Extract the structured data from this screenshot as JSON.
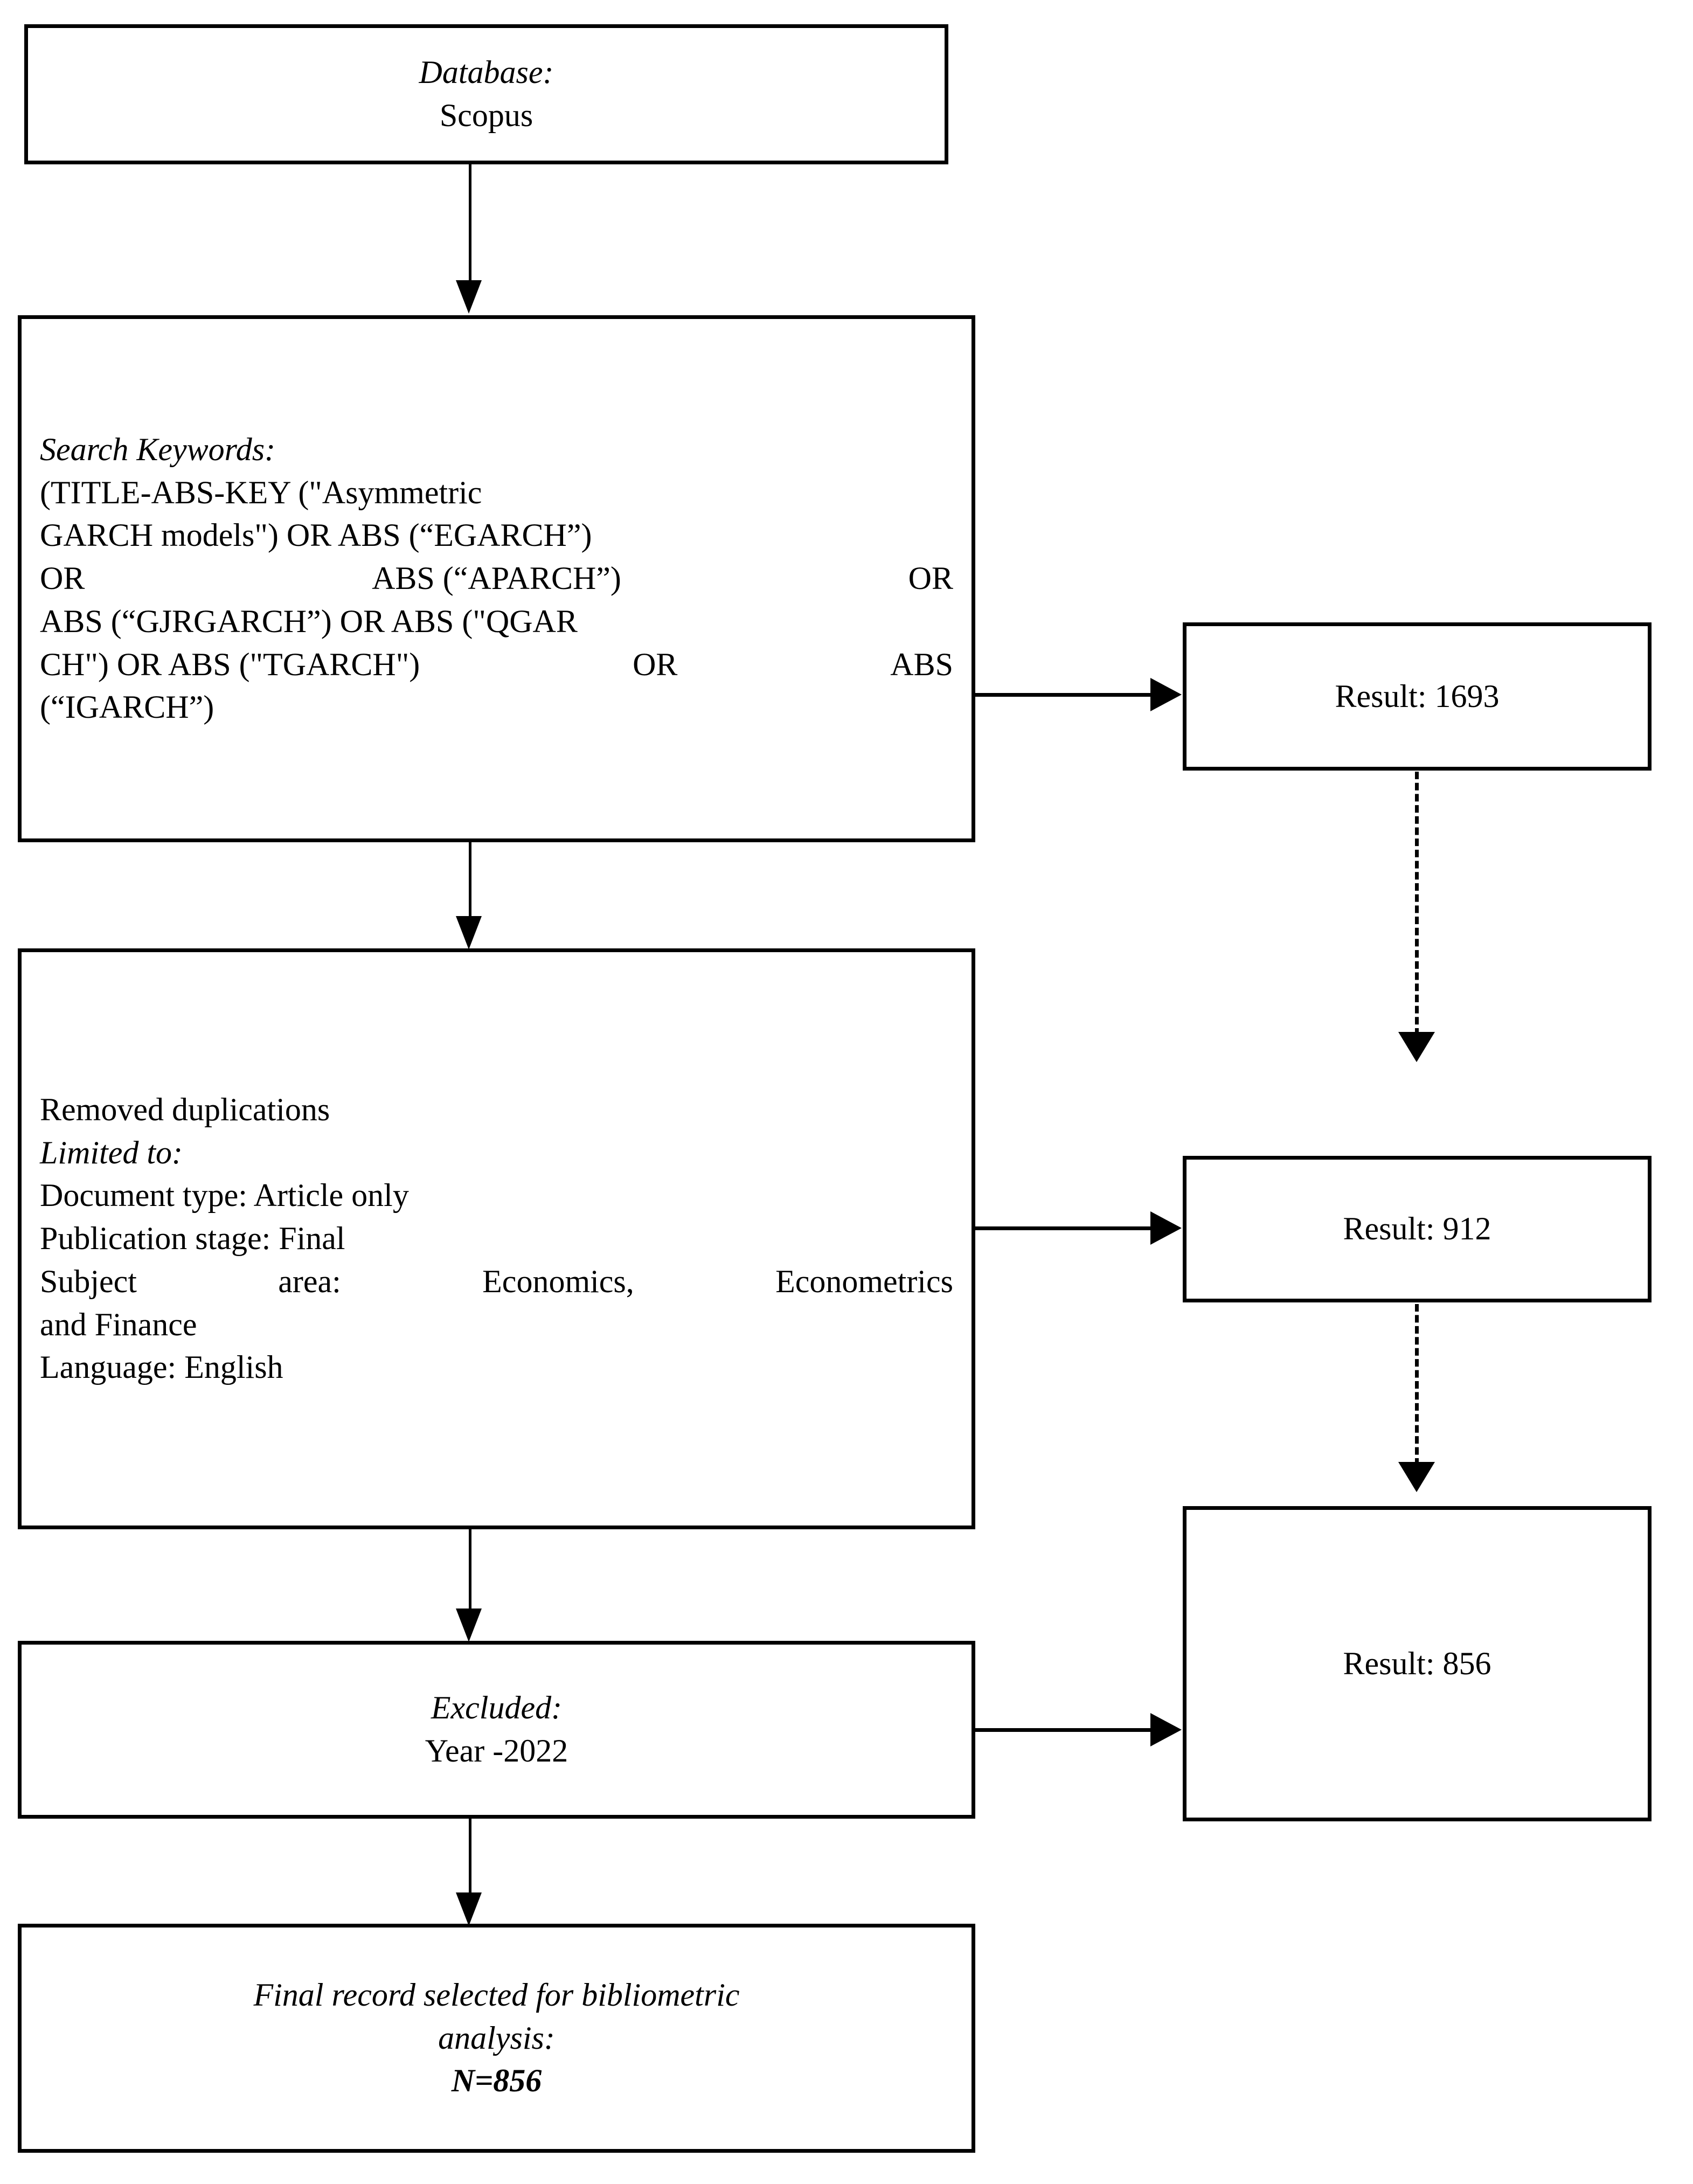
{
  "diagram": {
    "title": "PRISMA-style literature search flow diagram",
    "type": "flowchart",
    "colors": {
      "stroke": "#000000",
      "background": "#ffffff",
      "text": "#000000"
    },
    "nodes": {
      "database": {
        "heading": "Database:",
        "value": "Scopus"
      },
      "search_keywords": {
        "heading": "Search Keywords:",
        "query_lines": [
          "(TITLE-ABS-KEY (\"Asymmetric",
          "GARCH models\") OR ABS (“EGARCH”)",
          [
            "OR",
            "ABS (“APARCH”)",
            "OR"
          ],
          "ABS (“GJRGARCH”) OR ABS (\"QGAR",
          [
            "CH\") OR ABS (\"TGARCH\")",
            "OR",
            "ABS"
          ],
          "(“IGARCH”)"
        ]
      },
      "removed_duplications": {
        "first_line": "Removed duplications",
        "heading": "Limited to:",
        "criteria": [
          "Document type: Article only",
          "Publication stage: Final"
        ],
        "subject_area_line_1": [
          "Subject",
          "area:",
          "Economics,",
          "Econometrics"
        ],
        "subject_area_line_2": "and Finance",
        "language": "Language: English"
      },
      "excluded": {
        "heading": "Excluded:",
        "value": "Year -2022"
      },
      "final_record": {
        "line1": "Final record selected for bibliometric",
        "line2": "analysis:",
        "line3": "N=856"
      }
    },
    "results": {
      "result_1": "Result: 1693",
      "result_2": "Result: 912",
      "result_3": "Result: 856"
    },
    "connectors": {
      "database_to_keywords": "solid-down-arrow",
      "keywords_to_result1": "solid-right-arrow",
      "keywords_to_removed": "solid-down-arrow",
      "result1_to_result2": "dashed-down-arrow",
      "removed_to_result2": "solid-right-arrow",
      "result2_to_result3": "dashed-down-arrow",
      "removed_to_excluded": "solid-down-arrow",
      "excluded_to_result3": "solid-right-arrow",
      "excluded_to_final": "solid-down-arrow"
    }
  }
}
